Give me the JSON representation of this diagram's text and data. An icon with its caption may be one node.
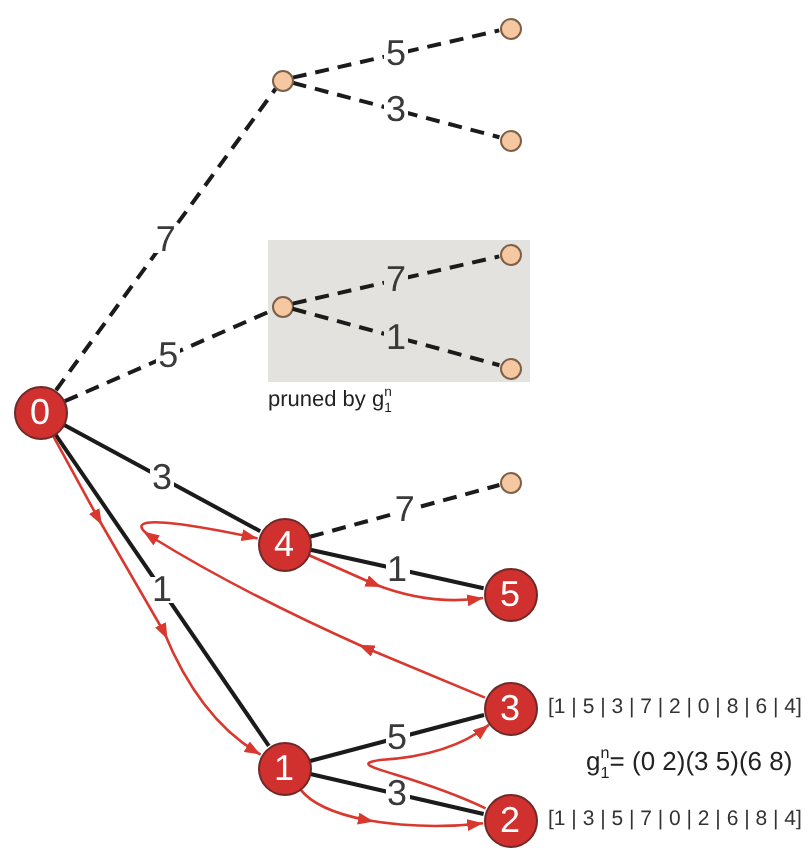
{
  "diagram": {
    "nodes": [
      {
        "text": [
          "0"
        ]
      },
      {
        "text": [],
        "shape": "circle"
      },
      {
        "text": [],
        "shape": "circle"
      },
      {
        "text": [],
        "shape": "circle"
      },
      {
        "text": [
          "pruned by g$^{n}$$_{1}$"
        ]
      },
      {
        "text": [],
        "shape": "circle",
        "in": 4
      },
      {
        "text": [],
        "shape": "circle",
        "in": 4
      },
      {
        "text": [],
        "shape": "circle",
        "in": 4
      },
      {
        "text": [
          "4"
        ]
      },
      {
        "text": [],
        "shape": "circle"
      },
      {
        "text": [
          "5"
        ]
      },
      {
        "text": [
          "1"
        ]
      },
      {
        "text": [
          "3"
        ],
        "beside": [
          "[1 | 5 | 3 | 7 | 2 | 0 | 8 | 6 | 4]"
        ]
      },
      {
        "text": [
          "2"
        ],
        "beside": [
          "[1 | 3 | 5 | 7 | 0 | 2 | 6 | 8 | 4]"
        ]
      }
    ],
    "edges": [
      {
        "from": 0,
        "to": 1,
        "arrow": "none",
        "label": "7",
        "style": "dashed"
      },
      {
        "from": 1,
        "to": 2,
        "arrow": "none",
        "label": "5",
        "style": "dashed"
      },
      {
        "from": 1,
        "to": 3,
        "arrow": "none",
        "label": "3",
        "style": "dashed"
      },
      {
        "from": 0,
        "to": 5,
        "arrow": "none",
        "label": "5",
        "style": "dashed"
      },
      {
        "from": 5,
        "to": 6,
        "arrow": "none",
        "label": "7",
        "style": "dashed"
      },
      {
        "from": 5,
        "to": 7,
        "arrow": "none",
        "label": "1",
        "style": "dashed"
      },
      {
        "from": 0,
        "to": 8,
        "arrow": "none",
        "label": "3"
      },
      {
        "from": 8,
        "to": 9,
        "arrow": "none",
        "label": "7",
        "style": "dashed"
      },
      {
        "from": 8,
        "to": 10,
        "arrow": "none",
        "label": "1"
      },
      {
        "from": 0,
        "to": 11,
        "arrow": "none",
        "label": "1"
      },
      {
        "from": 11,
        "to": 12,
        "arrow": "none",
        "label": "5"
      },
      {
        "from": 11,
        "to": 13,
        "arrow": "none",
        "label": "3"
      },
      {
        "from": 0,
        "to": 11,
        "arrow": "to",
        "color": "#d9382f"
      },
      {
        "from": 11,
        "to": 13,
        "arrow": "to",
        "color": "#d9382f"
      },
      {
        "from": 13,
        "to": 12,
        "arrow": "to",
        "color": "#d9382f"
      },
      {
        "from": 12,
        "to": 8,
        "arrow": "to",
        "color": "#d9382f"
      },
      {
        "from": 8,
        "to": 10,
        "arrow": "to",
        "color": "#d9382f"
      }
    ],
    "labels": [
      "g$^{n}$$_{1}$= (0 2)(3 5)(6 8)"
    ]
  }
}
